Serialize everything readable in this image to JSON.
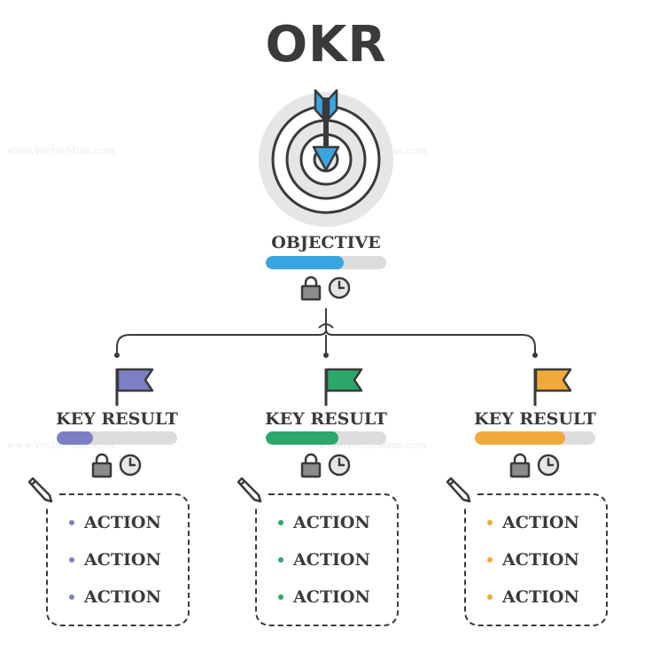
{
  "title": "OKR",
  "objective": {
    "label": "OBJECTIVE",
    "progress": 0.65,
    "color": "#3aa6e0",
    "icons": [
      "lock-icon",
      "clock-icon"
    ],
    "target_icon": "target-with-arrow-icon"
  },
  "key_results": [
    {
      "label": "KEY RESULT",
      "progress": 0.3,
      "color": "#7b80c4",
      "flag_icon": "flag-icon",
      "icons": [
        "lock-icon",
        "clock-icon",
        "pencil-icon"
      ],
      "actions": [
        "ACTION",
        "ACTION",
        "ACTION"
      ]
    },
    {
      "label": "KEY RESULT",
      "progress": 0.6,
      "color": "#2aa86a",
      "flag_icon": "flag-icon",
      "icons": [
        "lock-icon",
        "clock-icon",
        "pencil-icon"
      ],
      "actions": [
        "ACTION",
        "ACTION",
        "ACTION"
      ]
    },
    {
      "label": "KEY RESULT",
      "progress": 0.75,
      "color": "#f2a93b",
      "flag_icon": "flag-icon",
      "icons": [
        "lock-icon",
        "clock-icon",
        "pencil-icon"
      ],
      "actions": [
        "ACTION",
        "ACTION",
        "ACTION"
      ]
    }
  ],
  "watermark": "www.VectorMine.com"
}
